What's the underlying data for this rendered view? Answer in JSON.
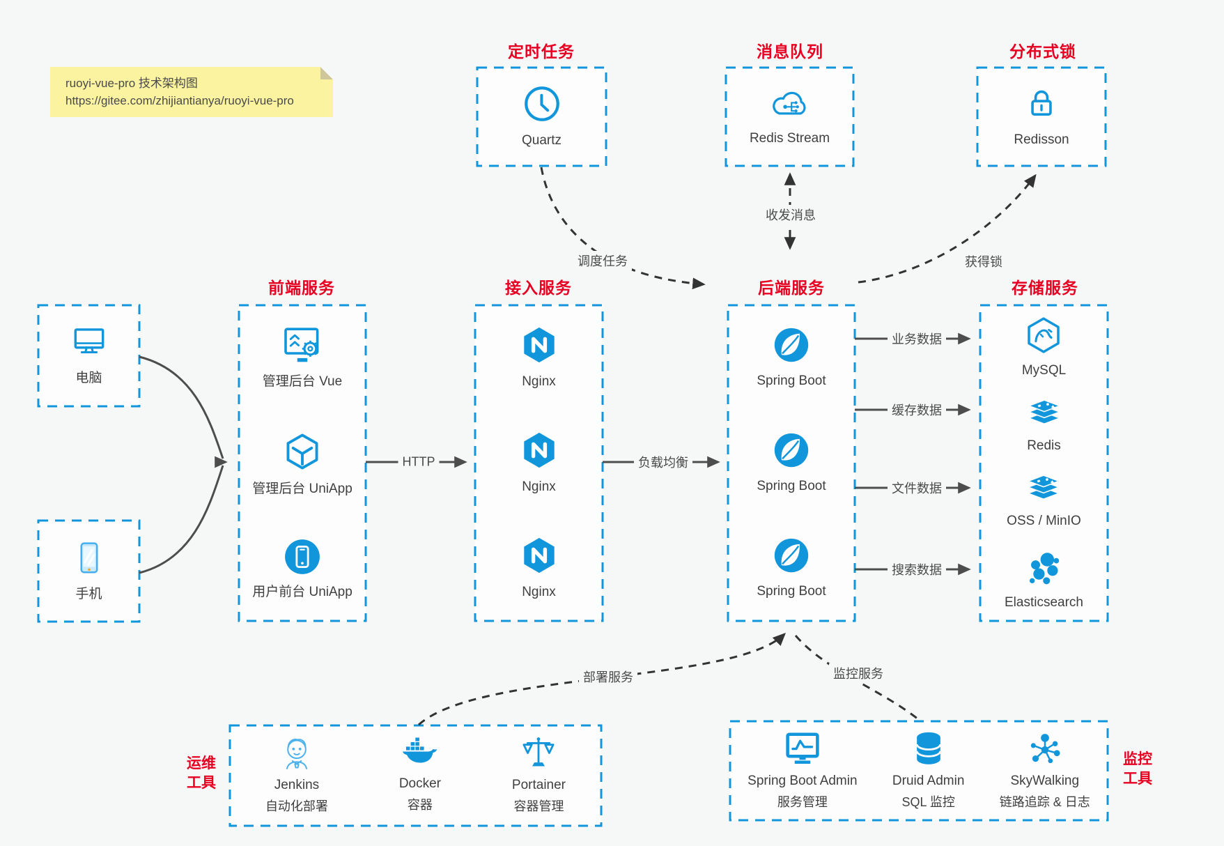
{
  "note": {
    "title": "ruoyi-vue-pro 技术架构图",
    "url": "https://gitee.com/zhijiantianya/ruoyi-vue-pro"
  },
  "top_groups": [
    {
      "title": "定时任务",
      "item": {
        "label": "Quartz",
        "icon": "clock-icon"
      }
    },
    {
      "title": "消息队列",
      "item": {
        "label": "Redis Stream",
        "icon": "cloud-queue-icon"
      }
    },
    {
      "title": "分布式锁",
      "item": {
        "label": "Redisson",
        "icon": "lock-icon"
      }
    }
  ],
  "clients": [
    {
      "label": "电脑",
      "icon": "desktop-icon"
    },
    {
      "label": "手机",
      "icon": "mobile-icon"
    }
  ],
  "columns": [
    {
      "title": "前端服务",
      "items": [
        {
          "label": "管理后台 Vue",
          "icon": "admin-vue-icon"
        },
        {
          "label": "管理后台 UniApp",
          "icon": "uniapp-cube-icon"
        },
        {
          "label": "用户前台 UniApp",
          "icon": "user-app-icon"
        }
      ]
    },
    {
      "title": "接入服务",
      "items": [
        {
          "label": "Nginx",
          "icon": "nginx-icon"
        },
        {
          "label": "Nginx",
          "icon": "nginx-icon"
        },
        {
          "label": "Nginx",
          "icon": "nginx-icon"
        }
      ]
    },
    {
      "title": "后端服务",
      "items": [
        {
          "label": "Spring Boot",
          "icon": "spring-boot-icon"
        },
        {
          "label": "Spring Boot",
          "icon": "spring-boot-icon"
        },
        {
          "label": "Spring Boot",
          "icon": "spring-boot-icon"
        }
      ]
    },
    {
      "title": "存储服务",
      "items": [
        {
          "label": "MySQL",
          "icon": "mysql-icon"
        },
        {
          "label": "Redis",
          "icon": "redis-stack-icon"
        },
        {
          "label": "OSS / MinIO",
          "icon": "storage-stack-icon"
        },
        {
          "label": "Elasticsearch",
          "icon": "elasticsearch-icon"
        }
      ]
    }
  ],
  "bottom_groups": [
    {
      "side_title": [
        "运维",
        "工具"
      ],
      "items": [
        {
          "name": "Jenkins",
          "desc": "自动化部署",
          "icon": "jenkins-icon"
        },
        {
          "name": "Docker",
          "desc": "容器",
          "icon": "docker-whale-icon"
        },
        {
          "name": "Portainer",
          "desc": "容器管理",
          "icon": "scales-icon"
        }
      ]
    },
    {
      "side_title": [
        "监控",
        "工具"
      ],
      "items": [
        {
          "name": "Spring Boot Admin",
          "desc": "服务管理",
          "icon": "monitor-chart-icon"
        },
        {
          "name": "Druid Admin",
          "desc": "SQL 监控",
          "icon": "database-icon"
        },
        {
          "name": "SkyWalking",
          "desc": "链路追踪 & 日志",
          "icon": "topology-icon"
        }
      ]
    }
  ],
  "edge_labels": {
    "http": "HTTP",
    "load_balance": "负载均衡",
    "schedule": "调度任务",
    "messages": "收发消息",
    "acquire_lock": "获得锁",
    "business_data": "业务数据",
    "cache_data": "缓存数据",
    "file_data": "文件数据",
    "search_data": "搜索数据",
    "deploy": "部署服务",
    "monitor": "监控服务"
  },
  "colors": {
    "accent_blue": "#1296db",
    "title_red": "#e60021",
    "solid_arrow": "#4d4d4d",
    "dashed_arrow": "#333333",
    "note_yellow": "#fbf39f",
    "background": "#f6f7f7"
  }
}
